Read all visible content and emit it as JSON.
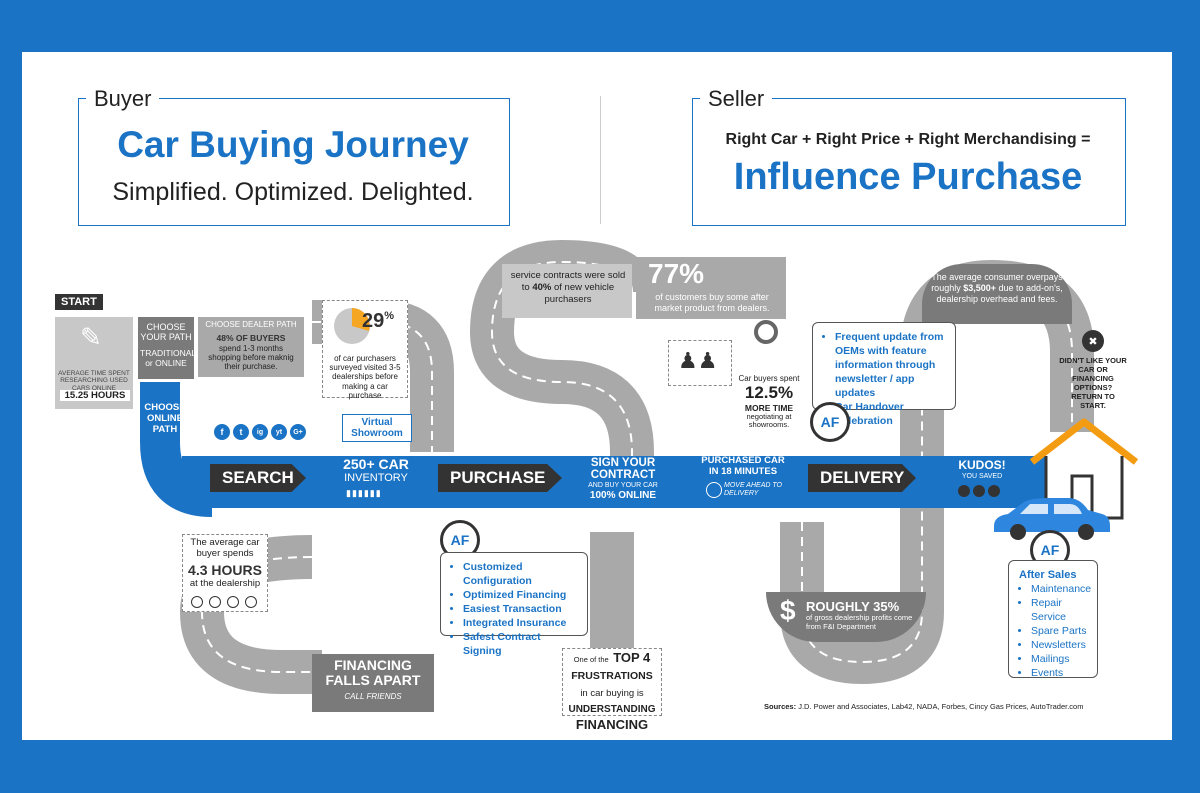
{
  "buyer": {
    "tag": "Buyer",
    "title": "Car Buying Journey",
    "subtitle": "Simplified. Optimized. Delighted."
  },
  "seller": {
    "tag": "Seller",
    "formula": "Right Car + Right Price + Right Merchandising =",
    "title": "Influence Purchase"
  },
  "start": {
    "label": "START",
    "time_text": "AVERAGE TIME SPENT RESEARCHING USED CARS ONLINE",
    "time_value": "15.25 HOURS"
  },
  "choose_path": {
    "title": "CHOOSE YOUR PATH",
    "options": "TRADITIONAL or ONLINE"
  },
  "dealer_path": {
    "title": "CHOOSE DEALER PATH",
    "highlight": "48% OF BUYERS",
    "text": "spend 1-3 months shopping before maknig their purchase."
  },
  "stat_29": {
    "value": "29",
    "unit": "%",
    "text": "of car purchasers surveyed visited 3-5 dealerships before making a car purchase"
  },
  "online_path": "CHOOSE ONLINE PATH",
  "virtual_showroom": "Virtual Showroom",
  "social_icons": [
    "f",
    "t",
    "ig",
    "yt",
    "G+"
  ],
  "service_contracts": {
    "pre": "service contracts were sold to ",
    "highlight": "40%",
    "post": " of new vehicle purchasers"
  },
  "stat_77": {
    "value": "77%",
    "text": "of customers buy some after market product from dealers."
  },
  "stat_125": {
    "pre": "Car buyers spent",
    "value": "12.5%",
    "highlight": "MORE TIME",
    "post": "negotiating at showrooms."
  },
  "overpay": {
    "pre": "The average consumer overpays roughly ",
    "highlight": "$3,500+",
    "post": " due to add-on's, dealership overhead and fees."
  },
  "didnt_like": "DIDN'T LIKE YOUR CAR OR FINANCING OPTIONS? RETURN TO START.",
  "road": {
    "search": "SEARCH",
    "inventory_title": "250+ CAR",
    "inventory_sub": "INVENTORY",
    "purchase": "PURCHASE",
    "sign_title": "SIGN YOUR CONTRACT",
    "sign_sub": "AND BUY YOUR CAR",
    "sign_highlight": "100% ONLINE",
    "purchased_title": "PURCHASED CAR IN 18 MINUTES",
    "move_ahead": "MOVE AHEAD TO DELIVERY",
    "delivery": "DELIVERY",
    "kudos": "KUDOS!",
    "you_saved": "YOU SAVED"
  },
  "delivery_list": [
    "Frequent update from OEMs with feature information through newsletter / app updates",
    "Car Handover Celebration"
  ],
  "purchase_list": [
    "Customized Configuration",
    "Optimized Financing",
    "Easiest Transaction",
    "Integrated Insurance",
    "Safest Contract Signing"
  ],
  "after_sales": {
    "title": "After Sales",
    "items": [
      "Maintenance",
      "Repair Service",
      "Spare Parts",
      "Newsletters",
      "Mailings",
      "Events"
    ]
  },
  "dealership_hours": {
    "pre": "The average car buyer spends",
    "value": "4.3 HOURS",
    "post": "at the dealership"
  },
  "financing_falls": {
    "title": "FINANCING FALLS APART",
    "sub": "CALL FRIENDS"
  },
  "frustrations": {
    "pre": "One of the",
    "top": "TOP 4",
    "title": "FRUSTRATIONS",
    "mid": "in car buying is",
    "highlight": "UNDERSTANDING",
    "last": "FINANCING"
  },
  "roughly35": {
    "symbol": "$",
    "value": "ROUGHLY 35%",
    "text": "of gross dealership profits come from F&I Department"
  },
  "sources": {
    "label": "Sources:",
    "text": "J.D. Power and Associates, Lab42, NADA, Forbes, Cincy Gas Prices, AutoTrader.com"
  },
  "colors": {
    "blue": "#1a73c5",
    "road_grey": "#a9a9a9",
    "dark": "#333333",
    "house": "#f39c12"
  }
}
